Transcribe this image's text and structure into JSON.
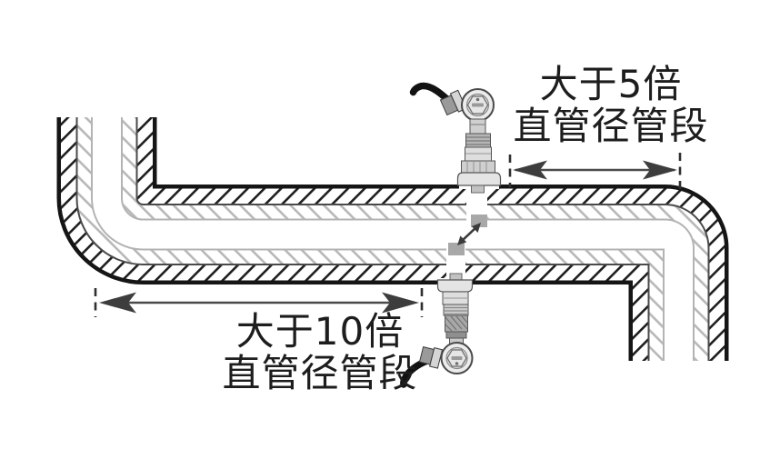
{
  "labels": {
    "downstream": {
      "line1": "大于5倍",
      "line2": "直管径管段"
    },
    "upstream": {
      "line1": "大于10倍",
      "line2": "直管径管段"
    }
  },
  "colors": {
    "background": "#ffffff",
    "pipe_outline": "#151515",
    "hatch_dark": "#1e1e1e",
    "hatch_light": "#b8b8b8",
    "wall_midline": "#4a4a4a",
    "inner_wall_line": "#b3b3b3",
    "dimension_line": "#4a4a4a",
    "arrowhead": "#3d3d3d",
    "signal_arrow": "#3c3c3c",
    "transducer_face": "#a8a8a8",
    "sensor_body": "#dedede",
    "cable": "#121212",
    "text": "#1d1d1d"
  },
  "icons": {
    "transducer_top": "ultrasonic-transducer",
    "transducer_bottom": "ultrasonic-transducer",
    "signal_path": "diagonal-double-arrow",
    "dimension_10d": "horizontal-double-arrow",
    "dimension_5d": "horizontal-double-arrow"
  }
}
